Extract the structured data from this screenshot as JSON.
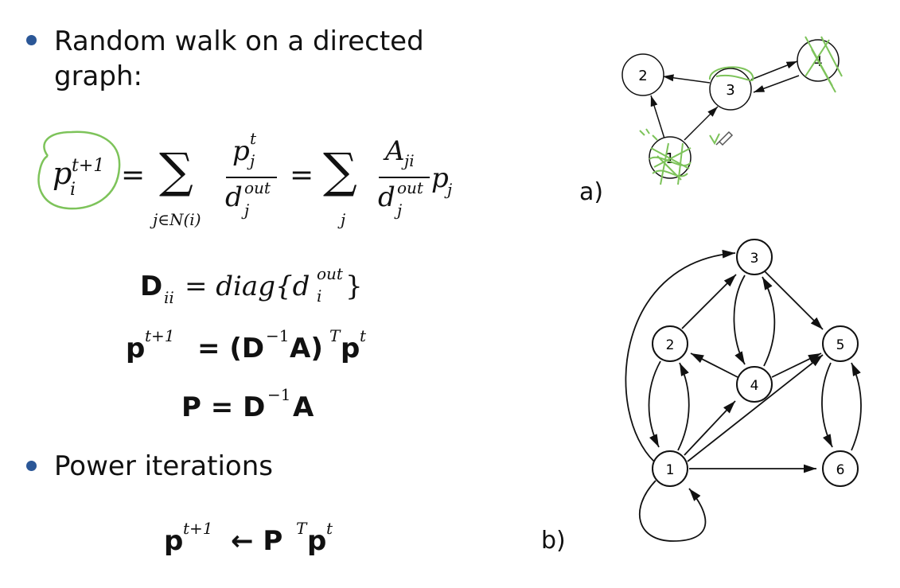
{
  "colors": {
    "bullet": "#2b5797",
    "annotation": "#7dc35a",
    "text": "#111111"
  },
  "bullets": [
    {
      "line1": "Random walk on a directed",
      "line2": "graph:"
    },
    {
      "line1": "Power iterations"
    }
  ],
  "equations": {
    "update_lhs_p": "p",
    "update_lhs_sub": "i",
    "update_lhs_sup": "t+1",
    "eq1": "=",
    "sum1": "∑",
    "sum1_sub": "j∈N(i)",
    "frac1_num": "p",
    "frac1_num_sup": "t",
    "frac1_num_sub": "j",
    "frac1_den": "d",
    "frac1_den_sup": "out",
    "frac1_den_sub": "j",
    "eq2": "=",
    "sum2": "∑",
    "sum2_sub": "j",
    "frac2_num": "A",
    "frac2_num_sub": "ji",
    "frac2_den": "d",
    "frac2_den_sup": "out",
    "frac2_den_sub": "j",
    "trail_p": "p",
    "trail_sub": "j",
    "degree": "D",
    "degree_sub": "ii",
    "degree_rhs": "= diag{d",
    "degree_rhs_sup": "out",
    "degree_rhs_sub": "i",
    "degree_close": "}",
    "matrix_lhs": "p",
    "matrix_lhs_sup": "t+1",
    "matrix_mid": "= (D",
    "matrix_inv": "−1",
    "matrix_A": "A)",
    "matrix_T": "T",
    "matrix_p": "p",
    "matrix_p_sup": "t",
    "P_def_lhs": "P = D",
    "P_def_inv": "−1",
    "P_def_A": "A",
    "power_lhs": "p",
    "power_lhs_sup": "t+1",
    "power_arrow": "← P",
    "power_T": "T",
    "power_p": "p",
    "power_p_sup": "t"
  },
  "graph_a": {
    "label": "a)",
    "nodes": [
      {
        "id": "2",
        "label": "2"
      },
      {
        "id": "3",
        "label": "3"
      },
      {
        "id": "4",
        "label": "4"
      },
      {
        "id": "1",
        "label": "1"
      }
    ]
  },
  "graph_b": {
    "label": "b)",
    "nodes": [
      {
        "id": "1",
        "label": "1"
      },
      {
        "id": "2",
        "label": "2"
      },
      {
        "id": "3",
        "label": "3"
      },
      {
        "id": "4",
        "label": "4"
      },
      {
        "id": "5",
        "label": "5"
      },
      {
        "id": "6",
        "label": "6"
      }
    ]
  }
}
